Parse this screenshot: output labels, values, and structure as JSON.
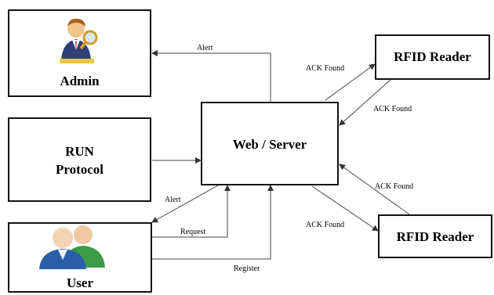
{
  "nodes": {
    "admin": {
      "label": "Admin",
      "icon": "admin-person-icon"
    },
    "run_protocol": {
      "line1": "RUN",
      "line2": "Protocol"
    },
    "web_server": {
      "label": "Web / Server"
    },
    "rfid_reader_top": {
      "label": "RFID Reader"
    },
    "rfid_reader_bottom": {
      "label": "RFID Reader"
    },
    "user": {
      "label": "User",
      "icon": "users-group-icon"
    }
  },
  "edges": {
    "alert_admin": "Alert",
    "ack_found_1": "ACK Found",
    "ack_found_2": "ACK Found",
    "ack_found_3": "ACK Found",
    "ack_found_4": "ACK Found",
    "alert_user": "Alert",
    "request": "Request",
    "register": "Register"
  }
}
